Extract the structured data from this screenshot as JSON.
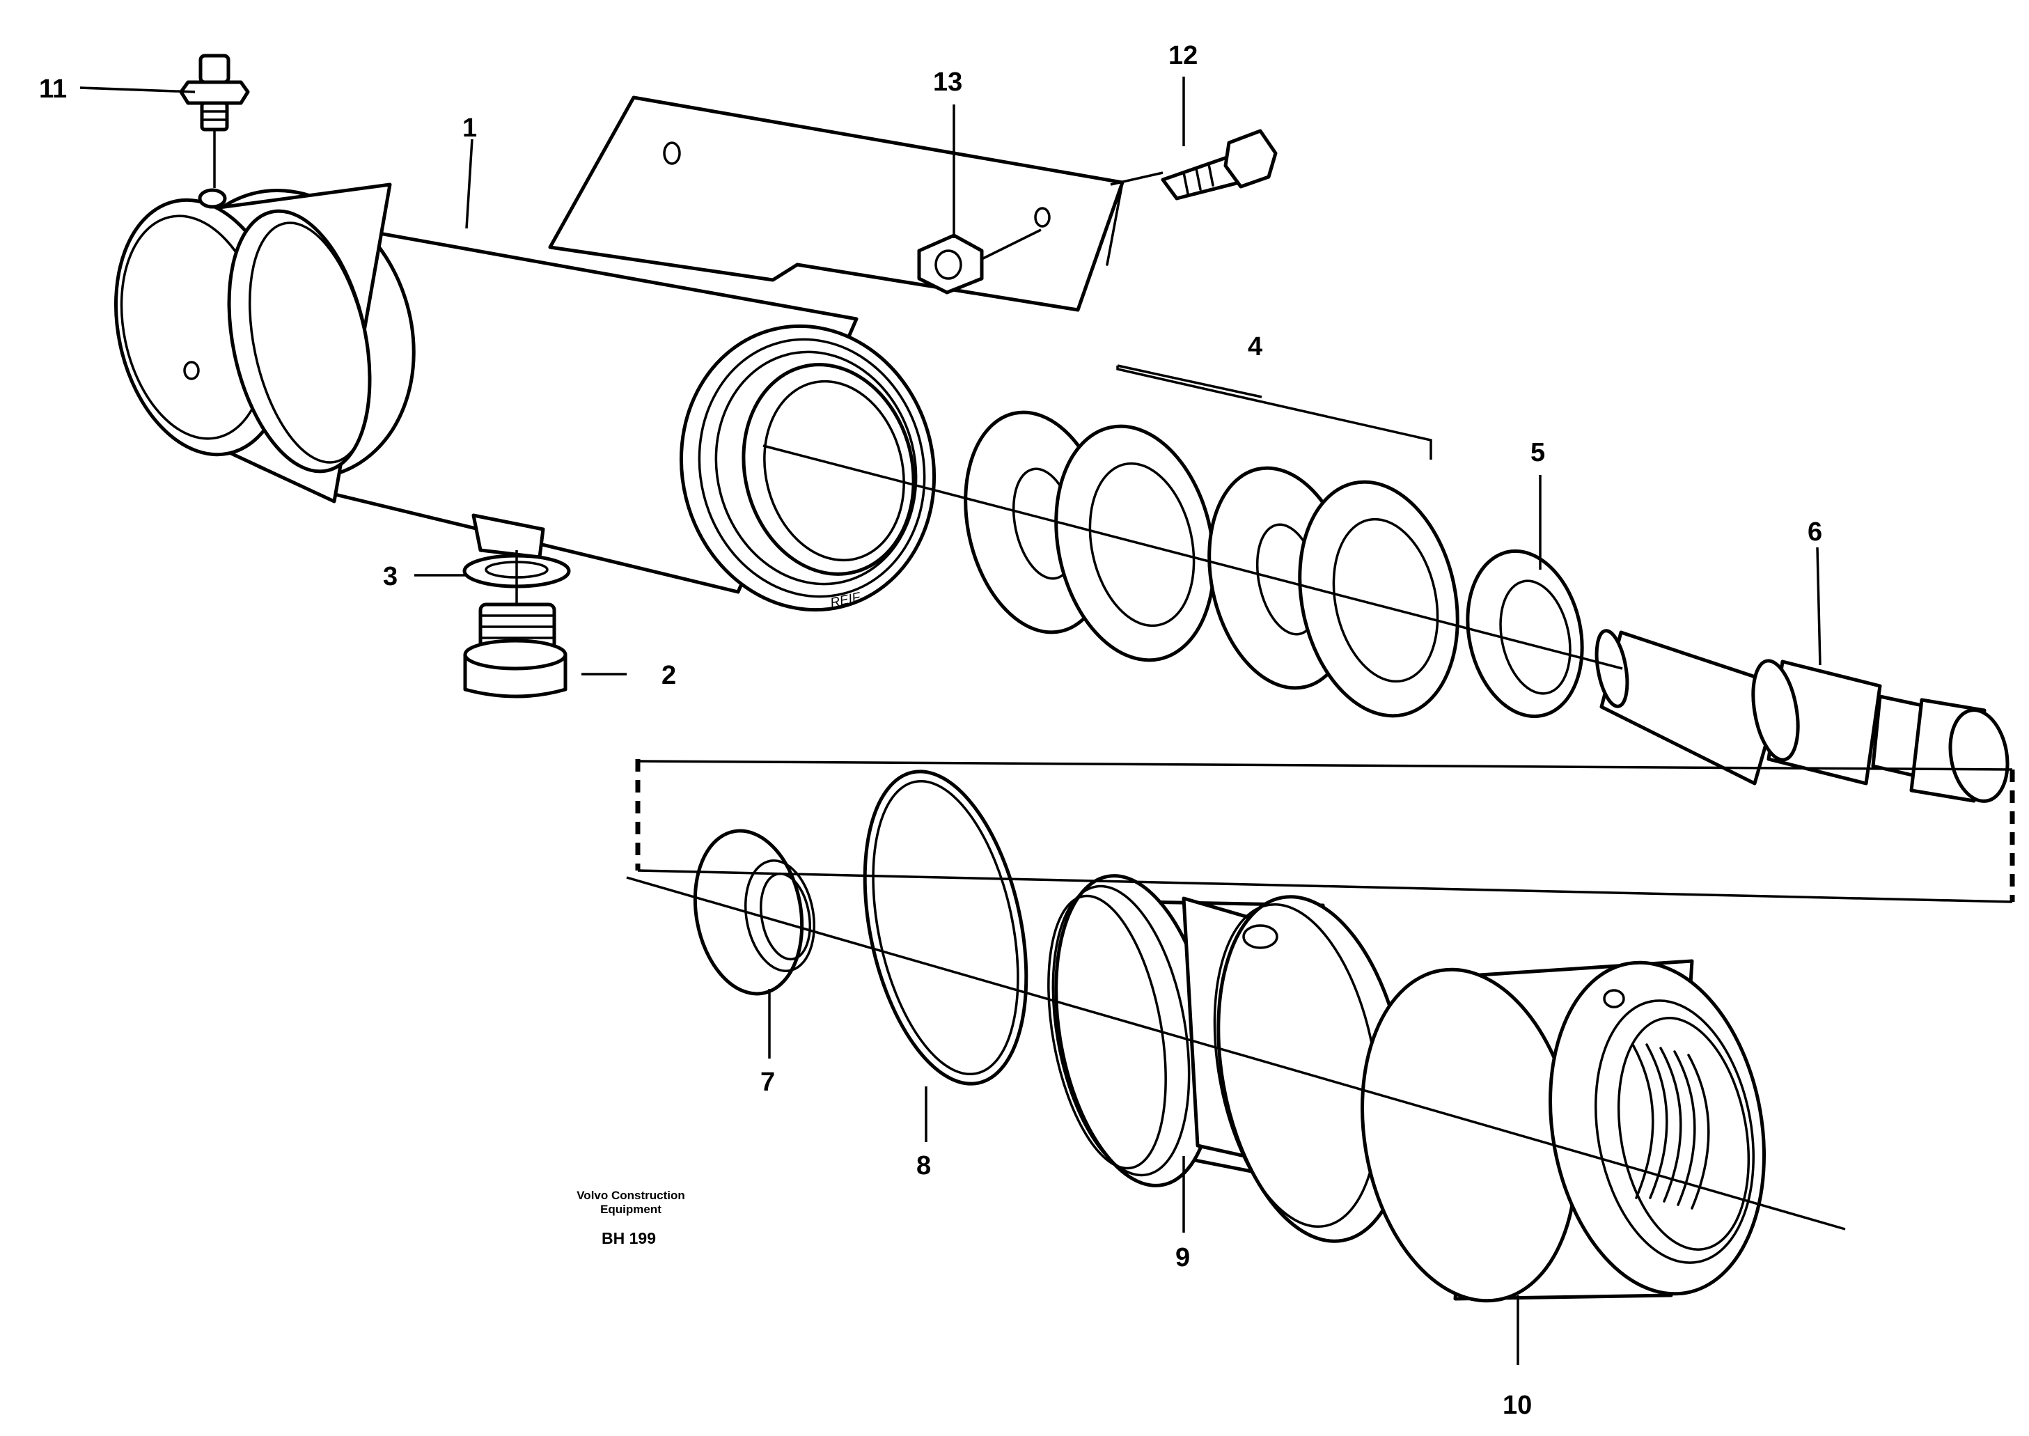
{
  "diagram": {
    "callouts": [
      "1",
      "2",
      "3",
      "4",
      "5",
      "6",
      "7",
      "8",
      "9",
      "10",
      "11",
      "12",
      "13"
    ],
    "credit_line1": "Volvo Construction",
    "credit_line2": "Equipment",
    "drawing_code": "BH 199",
    "tube_stamp": "REIF"
  }
}
